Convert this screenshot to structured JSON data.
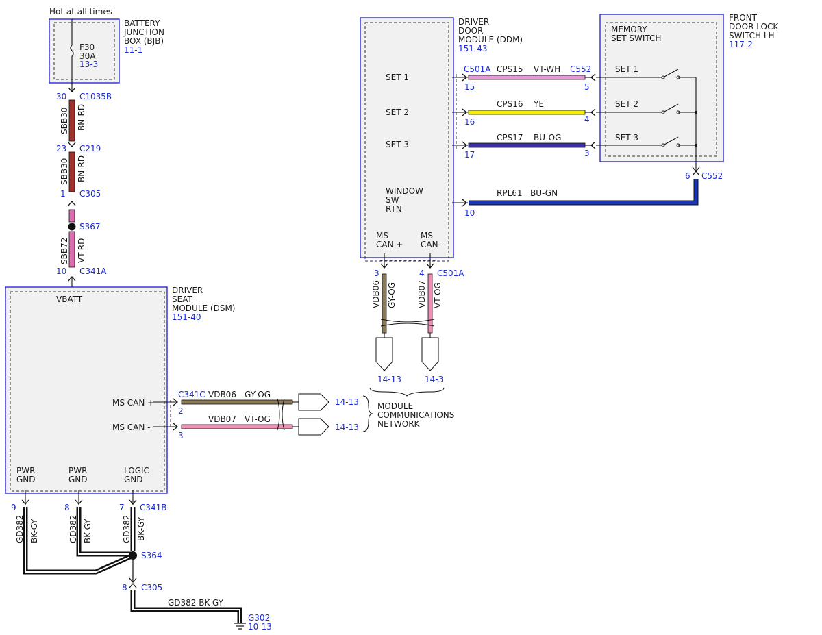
{
  "diagram": {
    "hot_label": "Hot at all times",
    "bjb": {
      "name": [
        "BATTERY",
        "JUNCTION",
        "BOX (BJB)"
      ],
      "ref": "11-1",
      "fuse": "F30",
      "rating": "30A",
      "fuse_ref": "13-3"
    },
    "ddm": {
      "name": [
        "DRIVER",
        "DOOR",
        "MODULE (DDM)"
      ],
      "ref": "151-43",
      "pins": [
        "SET 1",
        "SET 2",
        "SET 3"
      ],
      "window": [
        "WINDOW",
        "SW",
        "RTN"
      ],
      "ms_can_plus": [
        "MS",
        "CAN +"
      ],
      "ms_can_minus": [
        "MS",
        "CAN -"
      ]
    },
    "fdls": {
      "name": [
        "FRONT",
        "DOOR LOCK",
        "SWITCH LH"
      ],
      "ref": "117-2",
      "memory": [
        "MEMORY",
        "SET SWITCH"
      ],
      "sets": [
        "SET 1",
        "SET 2",
        "SET 3"
      ]
    },
    "dsm": {
      "name": [
        "DRIVER",
        "SEAT",
        "MODULE (DSM)"
      ],
      "ref": "151-40",
      "vbatt": "VBATT",
      "ms_can_plus": "MS CAN +",
      "ms_can_minus": "MS CAN -",
      "pwr_gnd": [
        "PWR",
        "GND"
      ],
      "logic_gnd": [
        "LOGIC",
        "GND"
      ]
    },
    "vertical": {
      "c1035b_pin": "30",
      "c1035b": "C1035B",
      "sbb30": "SBB30",
      "bnrd": "BN-RD",
      "c219_pin": "23",
      "c219": "C219",
      "c305_pin": "1",
      "c305": "C305",
      "s367": "S367",
      "sbb72": "SBB72",
      "vtrd": "VT-RD",
      "c341a_pin": "10",
      "c341a": "C341A"
    },
    "ddm_wires": [
      {
        "c501a": "C501A",
        "pin_l": "15",
        "circuit": "CPS15",
        "color": "VT-WH",
        "c552": "C552",
        "pin_r": "5"
      },
      {
        "pin_l": "16",
        "circuit": "CPS16",
        "color": "YE",
        "pin_r": "4"
      },
      {
        "pin_l": "17",
        "circuit": "CPS17",
        "color": "BU-OG",
        "pin_r": "3"
      },
      {
        "pin_l": "10",
        "circuit": "RPL61",
        "color": "BU-GN"
      }
    ],
    "c552_bottom": {
      "pin": "6",
      "name": "C552"
    },
    "ddm_can": {
      "pin_a": "3",
      "pin_b": "4",
      "c501a": "C501A",
      "vdb06": "VDB06",
      "gyog": "GY-OG",
      "vdb07": "VDB07",
      "vtog": "VT-OG",
      "ref_a": "14-13",
      "ref_b": "14-3"
    },
    "dsm_can": {
      "c341c": "C341C",
      "vdb06": "VDB06",
      "gyog": "GY-OG",
      "pin2": "2",
      "vdb07": "VDB07",
      "vtog": "VT-OG",
      "pin3": "3",
      "ref1": "14-13",
      "ref2": "14-13"
    },
    "network": [
      "MODULE",
      "COMMUNICATIONS",
      "NETWORK"
    ],
    "ground": {
      "pins": [
        "9",
        "8",
        "7"
      ],
      "c341b": "C341B",
      "gd382": "GD382",
      "bkgy": "BK-GY",
      "s364": "S364",
      "c305_pin": "8",
      "c305": "C305",
      "wire": "GD382  BK-GY",
      "g302": "G302",
      "g302_ref": "10-13"
    },
    "colors": {
      "bn_rd": "#a3302a",
      "vt": "#e06cb0",
      "vt_wh": "#e89ad8",
      "ye": "#f4f000",
      "bu_og": "#3a2ea8",
      "bu_gn": "#1836b8",
      "gy_og": "#8b7b5a",
      "vt_og": "#ee8fb6",
      "bk_gy": "#111111",
      "link": "#1c2bdc"
    }
  }
}
